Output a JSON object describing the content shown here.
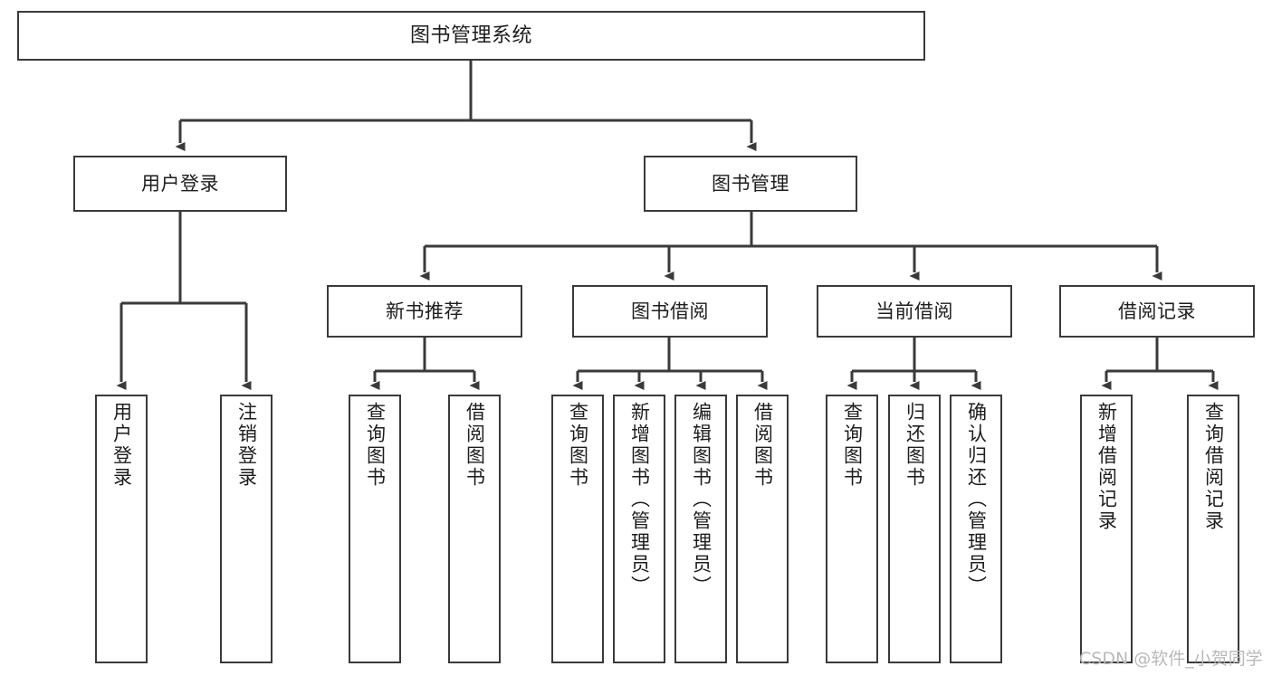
{
  "diagram": {
    "type": "tree",
    "title": "图书管理系统",
    "orientation": "top-down",
    "colors": {
      "box_border": "#3a3a3a",
      "box_fill": "#ffffff",
      "connector": "#3a3a3a",
      "text": "#1d1d1d",
      "background": "#ffffff",
      "watermark": "#b9b9b9"
    },
    "watermark": "CSDN @软件_小贺同学"
  },
  "nodes": {
    "root": {
      "label": "图书管理系统"
    },
    "level2": [
      {
        "id": "user-login",
        "label": "用户登录"
      },
      {
        "id": "book-manage",
        "label": "图书管理"
      }
    ],
    "level3": [
      {
        "id": "new-book-recommend",
        "label": "新书推荐"
      },
      {
        "id": "book-borrow",
        "label": "图书借阅"
      },
      {
        "id": "current-borrow",
        "label": "当前借阅"
      },
      {
        "id": "borrow-record",
        "label": "借阅记录"
      }
    ],
    "leaves": {
      "user_login": [
        {
          "id": "leaf-user-login",
          "label": "用户登录"
        },
        {
          "id": "leaf-logout",
          "label": "注销登录"
        }
      ],
      "new_book_recommend": [
        {
          "id": "leaf-query-book-1",
          "label": "查询图书"
        },
        {
          "id": "leaf-borrow-book-1",
          "label": "借阅图书"
        }
      ],
      "book_borrow": [
        {
          "id": "leaf-query-book-2",
          "label": "查询图书"
        },
        {
          "id": "leaf-add-book",
          "label": "新增图书（管理员）"
        },
        {
          "id": "leaf-edit-book",
          "label": "编辑图书（管理员）"
        },
        {
          "id": "leaf-borrow-book-2",
          "label": "借阅图书"
        }
      ],
      "current_borrow": [
        {
          "id": "leaf-query-book-3",
          "label": "查询图书"
        },
        {
          "id": "leaf-return-book",
          "label": "归还图书"
        },
        {
          "id": "leaf-confirm-return",
          "label": "确认归还（管理员）"
        }
      ],
      "borrow_record": [
        {
          "id": "leaf-add-record",
          "label": "新增借阅记录"
        },
        {
          "id": "leaf-query-record",
          "label": "查询借阅记录"
        }
      ]
    }
  }
}
